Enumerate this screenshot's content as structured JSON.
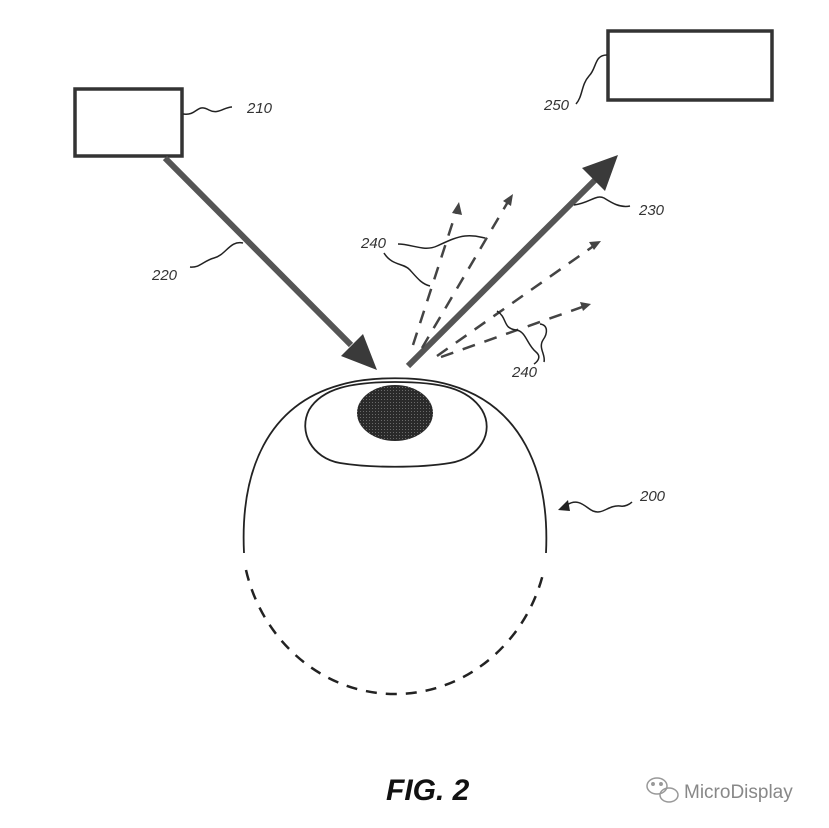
{
  "labels": {
    "eye": "200",
    "source": "210",
    "incident_ray": "220",
    "reflected_ray": "230",
    "scatter_upper": "240",
    "scatter_lower": "240",
    "detector": "250"
  },
  "caption": "FIG. 2",
  "watermark": {
    "text": "MicroDisplay",
    "icon": "wechat-icon"
  }
}
